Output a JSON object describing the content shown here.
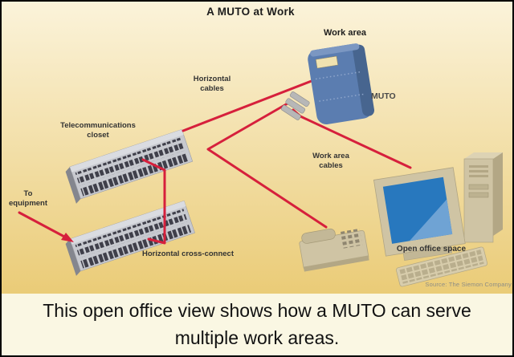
{
  "diagram": {
    "title": "A MUTO at Work",
    "labels": {
      "work_area": "Work area",
      "muto": "MUTO",
      "horizontal_cables": "Horizontal\ncables",
      "telecom_closet": "Telecommunications\ncloset",
      "to_equipment": "To\nequipment",
      "work_area_cables": "Work area\ncables",
      "horizontal_cross_connect": "Horizontal cross-connect",
      "open_office_space": "Open office space",
      "source": "Source: The Siemon Company"
    },
    "colors": {
      "background_top": "#FBF3DA",
      "background_bottom": "#EACB76",
      "cable_red": "#D6203C",
      "muto_blue": "#5B7DB0",
      "muto_blue_dark": "#47658F",
      "panel_gray": "#C7C9CF",
      "panel_slot_dark": "#3F3F4A",
      "device_beige": "#CFC4A4",
      "screen_blue": "#2878BE",
      "caption_background": "#FAF7E3"
    }
  },
  "caption": {
    "text": "This open office view shows how a MUTO can serve\nmultiple work areas."
  }
}
